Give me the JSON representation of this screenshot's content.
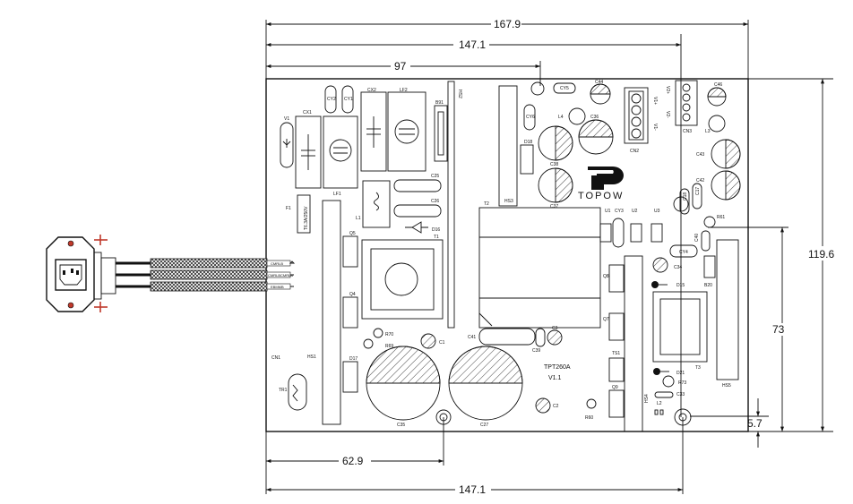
{
  "dimensions": {
    "overall_width": "167.9",
    "width_147_top": "147.1",
    "width_97": "97",
    "height": "119.6",
    "height_73": "73",
    "offset_5_7": "5.7",
    "hole_62_9": "62.9",
    "width_147_bottom": "147.1"
  },
  "board": {
    "brand": "TOPOW",
    "model": "TPT260A",
    "version": "V1.1"
  },
  "connector_wires": [
    "CMRLB",
    "CMRLBCMRLB",
    "EBMMB"
  ],
  "labels": {
    "cy2": "CY2",
    "cy1": "CY1",
    "cx2": "CX2",
    "lf2": "LF2",
    "hs2": "HS2",
    "v1": "V1",
    "cx1": "CX1",
    "b91": "B91",
    "lf1": "LF1",
    "f1": "F1",
    "fuse": "T6.3A/250V",
    "c25": "C25",
    "c26": "C26",
    "l1": "L1",
    "d16": "D16",
    "t1": "T1",
    "q5": "Q5",
    "q4": "Q4",
    "r70": "R70",
    "r69": "R69",
    "c1": "C1",
    "cn1": "CN1",
    "hs1": "HS1",
    "d17": "D17",
    "tr1": "TR1",
    "c35": "C35",
    "c27": "C27",
    "hs3": "HS3",
    "d18": "D18",
    "cy6": "CY6",
    "cy5": "CY5",
    "l4": "L4",
    "c44": "C44",
    "c36": "C36",
    "c38": "C38",
    "c37": "C37",
    "t2": "T2",
    "u1": "U1",
    "cy3": "CY3",
    "u2": "U2",
    "u3": "U3",
    "c41": "C41",
    "c39": "C39",
    "c3": "C3",
    "c2": "C2",
    "r60": "R60",
    "cn2": "CN2",
    "cn3": "CN3",
    "c46": "C46",
    "l3": "L3",
    "c43": "C43",
    "c42": "C42",
    "c18": "C18",
    "c17": "C17",
    "r61": "R61",
    "c40": "C40",
    "cy4": "CY4",
    "q8": "Q8",
    "c34": "C34",
    "d15": "D15",
    "b20": "B20",
    "q7": "Q7",
    "ts1": "TS1",
    "q9": "Q9",
    "hs4": "HS4",
    "d21": "D21",
    "r73": "R73",
    "c33": "C33",
    "l2": "L2",
    "t3": "T3",
    "hs5": "HS5",
    "vpos": "V1+",
    "vneg": "V1-",
    "v2pos": "V2+",
    "v2neg": "V2-"
  }
}
